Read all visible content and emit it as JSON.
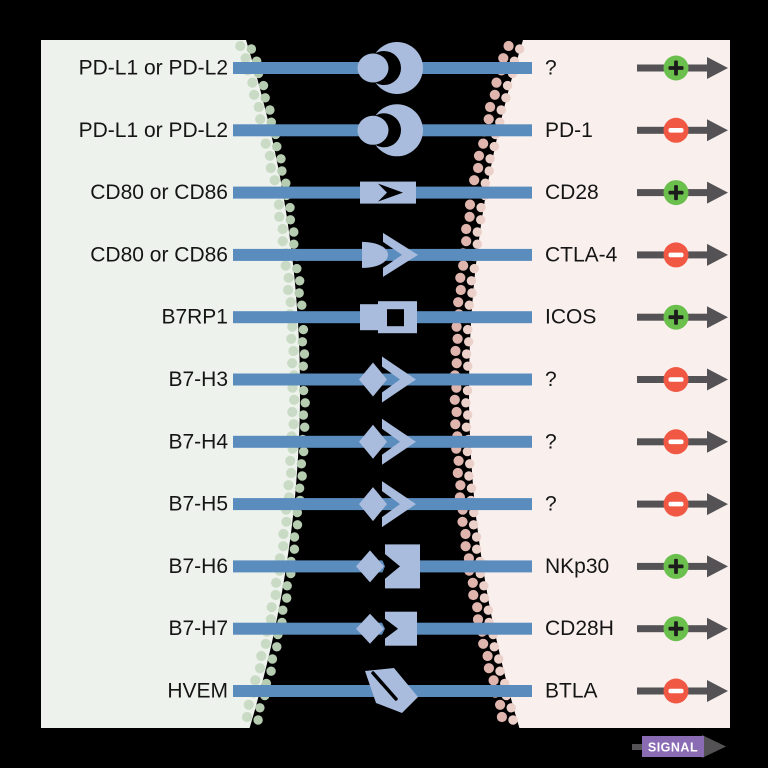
{
  "figure": {
    "title_hint": "ligand-receptor-signal-diagram",
    "rows": [
      {
        "ligand": "PD-L1 or PD-L2",
        "receptor": "?",
        "connector": "circle-crescent",
        "signal": "positive"
      },
      {
        "ligand": "PD-L1 or PD-L2",
        "receptor": "PD-1",
        "connector": "circle-crescent",
        "signal": "negative"
      },
      {
        "ligand": "CD80 or CD86",
        "receptor": "CD28",
        "connector": "rect-chevron",
        "signal": "positive"
      },
      {
        "ligand": "CD80 or CD86",
        "receptor": "CTLA-4",
        "connector": "bullet-chevron",
        "signal": "negative"
      },
      {
        "ligand": "B7RP1",
        "receptor": "ICOS",
        "connector": "rect-ring",
        "signal": "positive"
      },
      {
        "ligand": "B7-H3",
        "receptor": "?",
        "connector": "diamond-chevron",
        "signal": "negative"
      },
      {
        "ligand": "B7-H4",
        "receptor": "?",
        "connector": "diamond-chevron",
        "signal": "negative"
      },
      {
        "ligand": "B7-H5",
        "receptor": "?",
        "connector": "diamond-chevron",
        "signal": "negative"
      },
      {
        "ligand": "B7-H6",
        "receptor": "NKp30",
        "connector": "diamond-square",
        "signal": "positive"
      },
      {
        "ligand": "B7-H7",
        "receptor": "CD28H",
        "connector": "diamond-square-small",
        "signal": "positive"
      },
      {
        "ligand": "HVEM",
        "receptor": "BTLA",
        "connector": "slash",
        "signal": "negative"
      }
    ],
    "signs": {
      "positive": "+",
      "negative": "−"
    },
    "signal_label": "SIGNAL",
    "colors": {
      "background": "#000000",
      "left_panel": "#edf2ec",
      "right_panel": "#f9f0ee",
      "membrane_green_outer": "#cadbc5",
      "membrane_green_inner": "#b7cdb2",
      "membrane_pink_outer": "#dfb5ae",
      "membrane_pink_inner": "#ecd0ca",
      "bar_blue": "#5a8cbe",
      "connector_blue": "#a9bcdd",
      "arrow_gray": "#545254",
      "positive_green": "#6bbf4d",
      "negative_red": "#f15844",
      "plus_sign": "#1c1c1c",
      "minus_sign": "#ffffff",
      "signal_purple": "#8a6cb5",
      "signal_text": "#ffffff",
      "label_text": "#151515"
    }
  }
}
